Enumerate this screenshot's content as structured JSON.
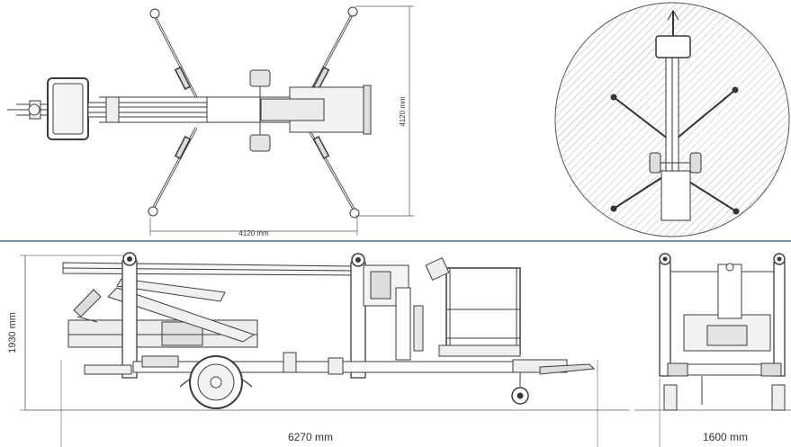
{
  "dimensions": {
    "top_width": "4120 mm",
    "top_height": "4120 mm",
    "side_height": "1930 mm",
    "side_length": "6270 mm",
    "rear_width": "1600 mm"
  },
  "colors": {
    "divider": "#3a6f9a",
    "line": "#3c3c3c",
    "fill": "#eeeeee",
    "hatch": "#888888"
  },
  "views": {
    "top": "top-view-outrigger-span",
    "footprint": "footprint-circle-view",
    "side": "side-view",
    "rear": "rear-view"
  }
}
